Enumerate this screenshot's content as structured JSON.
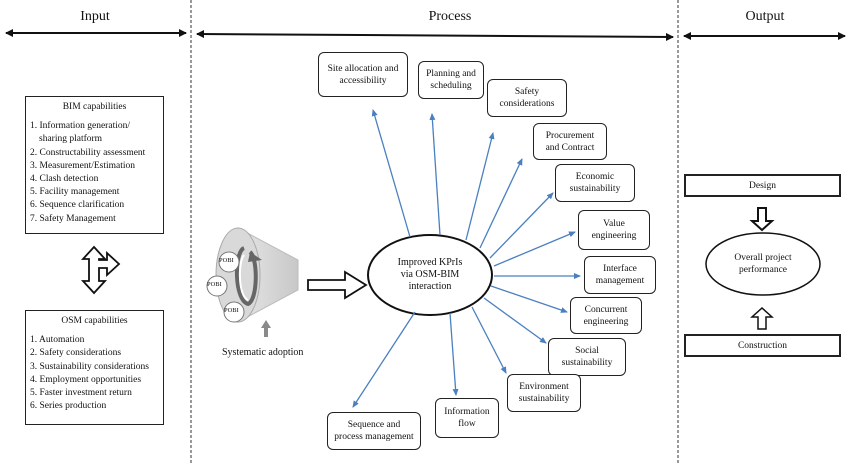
{
  "headers": {
    "input": "Input",
    "process": "Process",
    "output": "Output"
  },
  "bim": {
    "title": "BIM capabilities",
    "items": [
      "1. Information generation/",
      "sharing platform",
      "2. Constructability assessment",
      "3. Measurement/Estimation",
      "4. Clash detection",
      "5. Facility management",
      "6. Sequence clarification",
      "7. Safety Management"
    ]
  },
  "osm": {
    "title": "OSM capabilities",
    "items": [
      "1. Automation",
      "2. Safety considerations",
      "3. Sustainability considerations",
      "4. Employment opportunities",
      "5. Faster investment return",
      "6. Series production"
    ]
  },
  "funnel": {
    "pobi_label": "POBI",
    "adoption": "Systematic adoption"
  },
  "center": {
    "line1": "Improved KPrIs",
    "line2": "via OSM-BIM",
    "line3": "interaction"
  },
  "kpis": {
    "site": [
      "Site allocation and",
      "accessibility"
    ],
    "planning": [
      "Planning and",
      "scheduling"
    ],
    "safety": [
      "Safety",
      "considerations"
    ],
    "procurement": [
      "Procurement",
      "and Contract"
    ],
    "economic": [
      "Economic",
      "sustainability"
    ],
    "value": [
      "Value",
      "engineering"
    ],
    "interface": [
      "Interface",
      "management"
    ],
    "concurrent": [
      "Concurrent",
      "engineering"
    ],
    "social": [
      "Social",
      "sustainability"
    ],
    "environment": [
      "Environment",
      "sustainability"
    ],
    "information": [
      "Information",
      "flow"
    ],
    "sequence": [
      "Sequence and",
      "process management"
    ]
  },
  "output": {
    "design": "Design",
    "result1": "Overall project",
    "result2": "performance",
    "construction": "Construction"
  }
}
